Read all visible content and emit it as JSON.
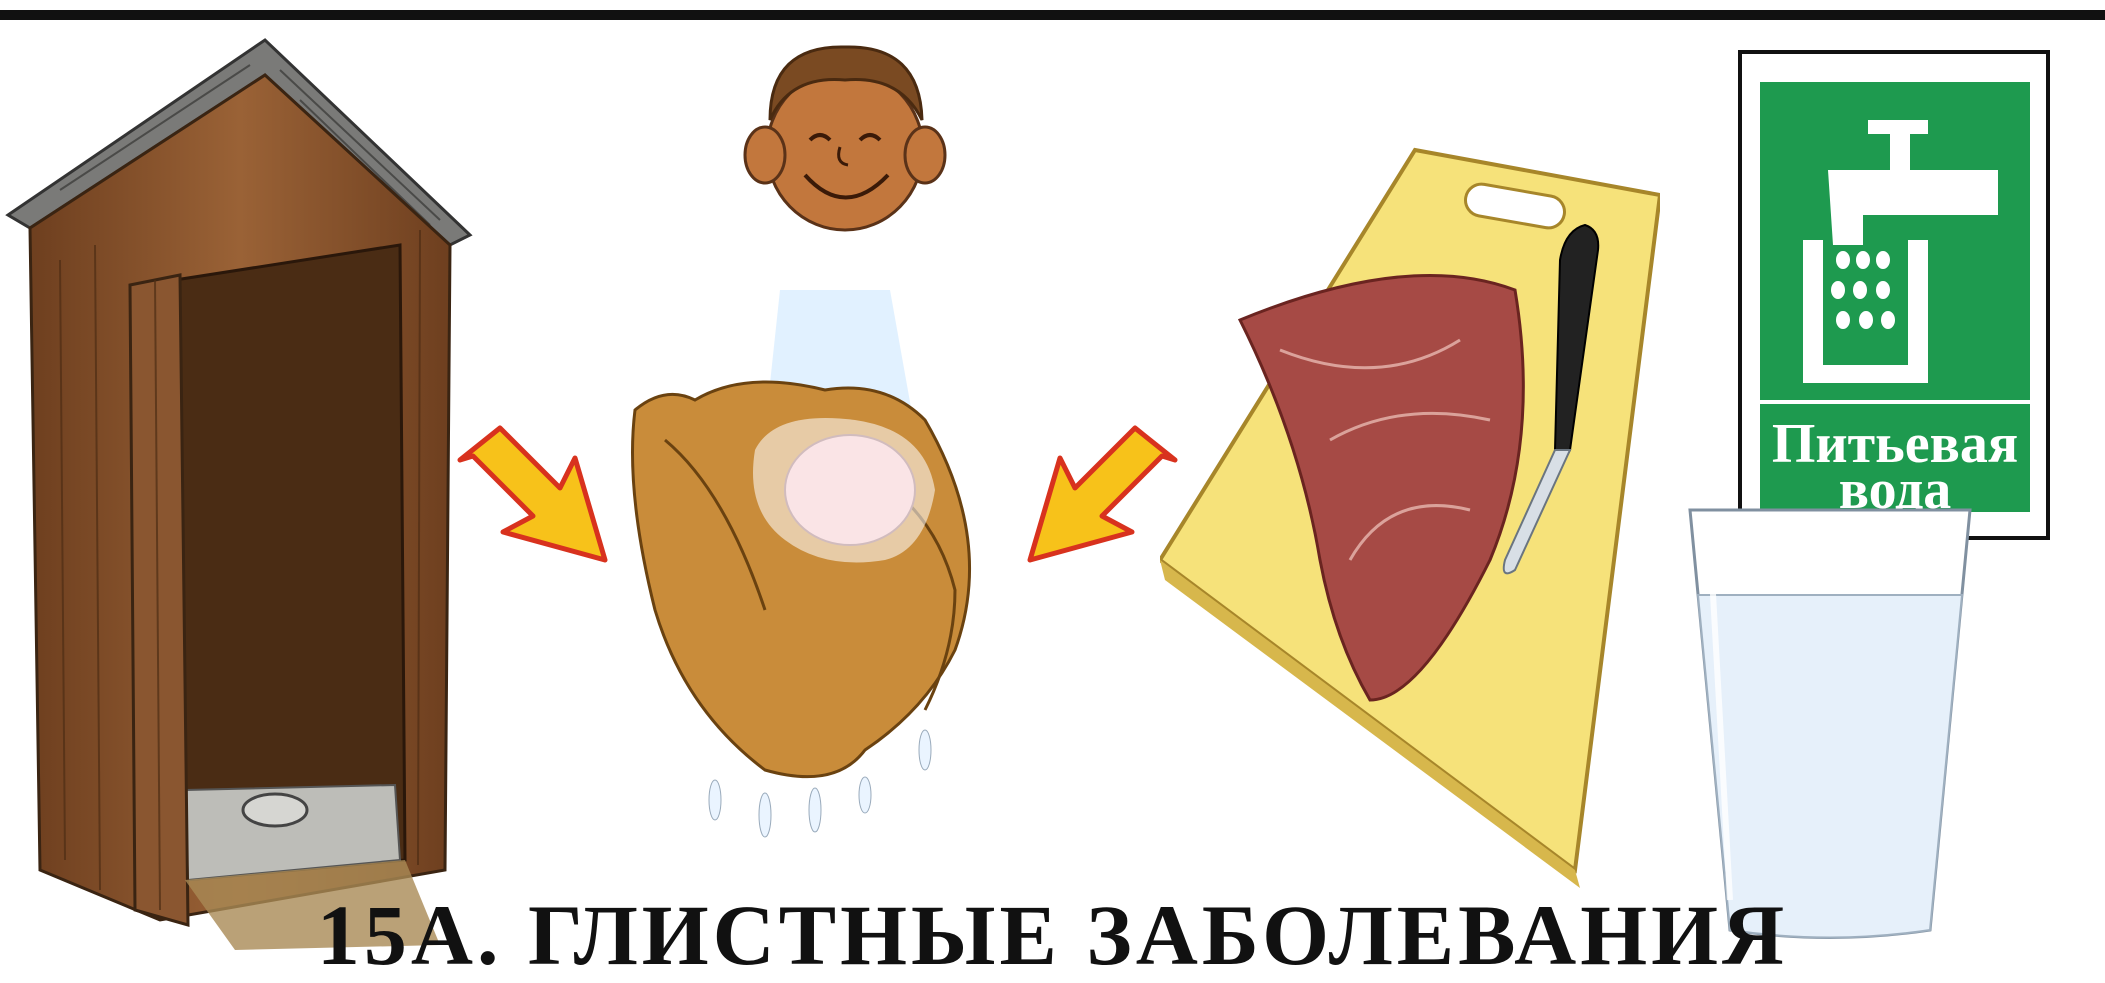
{
  "sign": {
    "line1": "Питьевая",
    "line2": "вода"
  },
  "title": "15А. ГЛИСТНЫЕ ЗАБОЛЕВАНИЯ",
  "colors": {
    "sign_green": "#1e9a4f",
    "arrow_yellow": "#f7c21a",
    "arrow_outline": "#d8321e",
    "wood": "#8a5630"
  },
  "icons": [
    "outhouse",
    "smiling-face",
    "hands-washing",
    "arrow-right-down",
    "arrow-left-down",
    "cutting-board-with-meat",
    "knife",
    "drinking-water-sign",
    "water-tap",
    "water-glass"
  ]
}
